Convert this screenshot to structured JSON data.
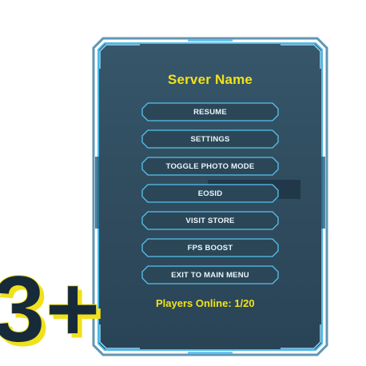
{
  "server": {
    "title": "Server Name"
  },
  "menu": {
    "items": [
      {
        "label": "RESUME"
      },
      {
        "label": "SETTINGS"
      },
      {
        "label": "TOGGLE PHOTO MODE"
      },
      {
        "label": "EOSID"
      },
      {
        "label": "VISIT STORE"
      },
      {
        "label": "FPS BOOST"
      },
      {
        "label": "EXIT TO MAIN MENU"
      }
    ]
  },
  "status": {
    "players_online": "Players Online: 1/20"
  },
  "badge": {
    "text": "3+"
  },
  "colors": {
    "accent": "#f2e21a",
    "panel": "#2e4a5b",
    "border": "#49b6e8",
    "badge": "#172a3a"
  }
}
